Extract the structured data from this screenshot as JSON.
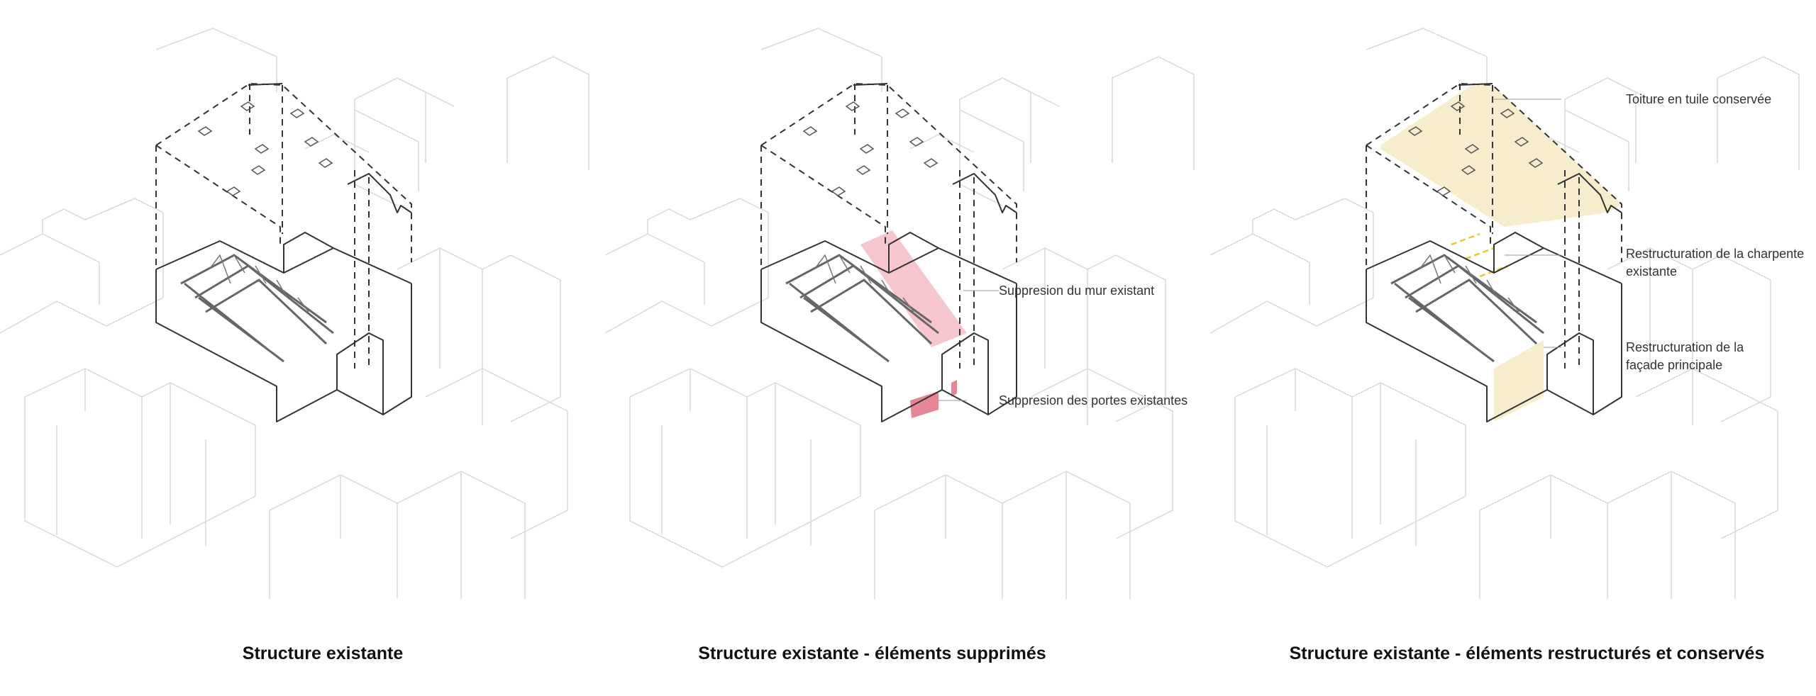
{
  "panels": [
    {
      "id": "existing",
      "caption": "Structure existante",
      "annotations": []
    },
    {
      "id": "removed",
      "caption": "Structure existante - éléments supprimés",
      "annotations": [
        "Suppresion du mur existant",
        "Suppresion des portes existantes"
      ],
      "highlight_color": "#f0a8b3"
    },
    {
      "id": "kept",
      "caption": "Structure existante - éléments restructurés et conservés",
      "annotations": [
        "Toiture en tuile conservée",
        "Restructuration de la charpente existante",
        "Restructuration de la façade principale"
      ],
      "highlight_color": "#f7eccb"
    }
  ]
}
